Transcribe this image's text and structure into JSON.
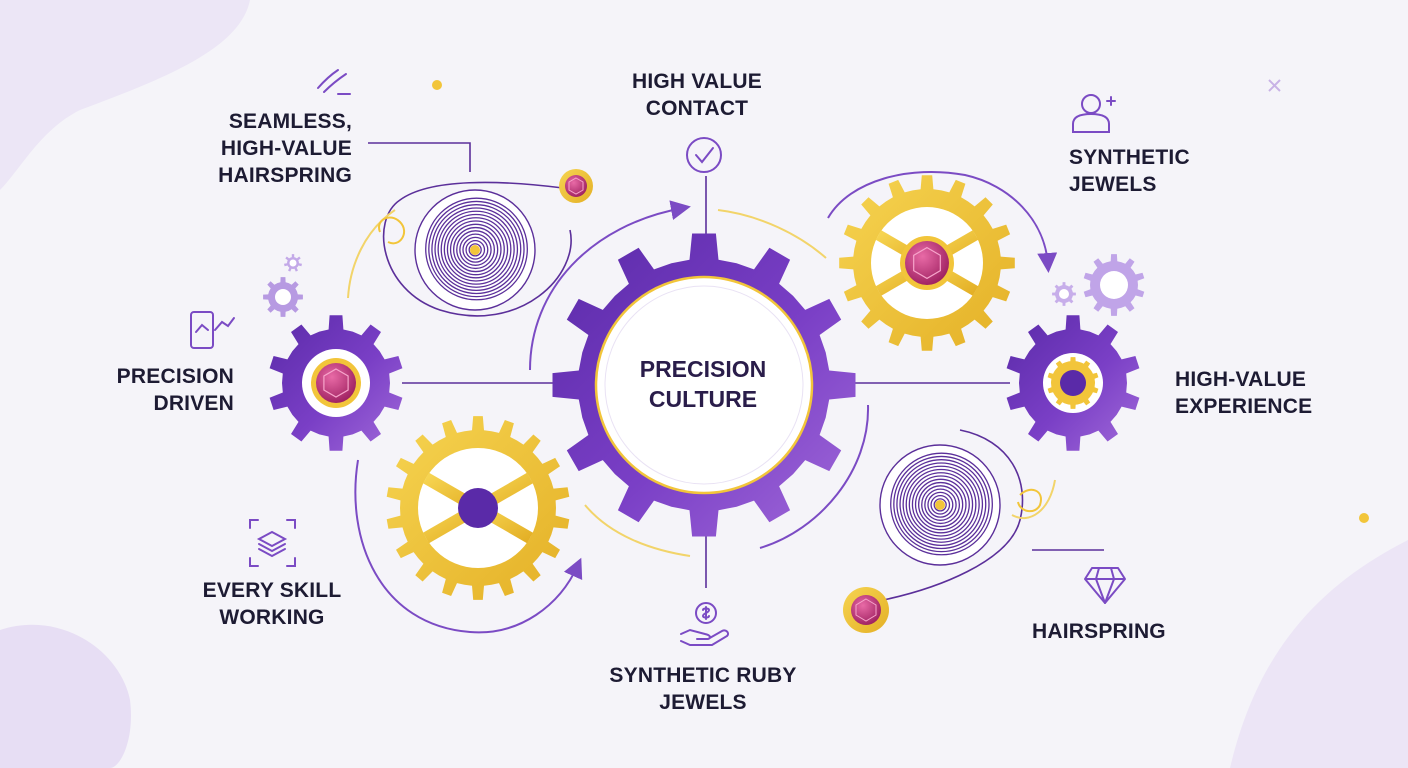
{
  "center": {
    "line1": "PRECISION",
    "line2": "CULTURE"
  },
  "labels": {
    "top": {
      "line1": "HIGH VALUE",
      "line2": "CONTACT",
      "icon": "check-circle-icon"
    },
    "top_left": {
      "line1": "SEAMLESS,",
      "line2": "HIGH-VALUE",
      "line3": "HAIRSPRING",
      "icon": "stroke-signature-icon"
    },
    "top_right": {
      "line1": "SYNTHETIC",
      "line2": "JEWELS",
      "icon": "add-user-icon"
    },
    "left": {
      "line1": "PRECISION",
      "line2": "DRIVEN",
      "icon": "phone-chart-icon"
    },
    "right": {
      "line1": "HIGH-VALUE",
      "line2": "EXPERIENCE"
    },
    "bottom_left": {
      "line1": "EVERY SKILL",
      "line2": "WORKING",
      "icon": "layers-icon"
    },
    "bottom": {
      "line1": "SYNTHETIC RUBY",
      "line2": "JEWELS",
      "icon": "money-hand-icon"
    },
    "bottom_right": {
      "line1": "HAIRSPRING",
      "icon": "diamond-icon"
    }
  },
  "colors": {
    "purple": "#6b35b8",
    "purple_light": "#a57ddd",
    "gold": "#f2c53a",
    "ruby": "#c22f77",
    "text": "#1d1b33"
  }
}
